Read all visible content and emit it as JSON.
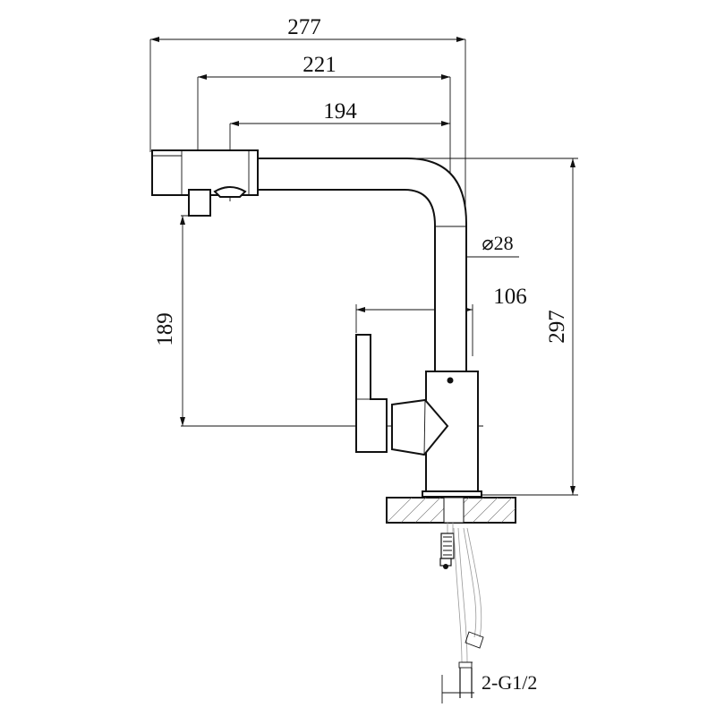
{
  "dimensions": {
    "overall_reach": "277",
    "spout_reach": "221",
    "aerator_reach": "194",
    "spout_diameter": "⌀28",
    "lever_offset": "106",
    "outlet_height": "189",
    "total_height": "297",
    "connection": "2-G1/2"
  },
  "colors": {
    "line": "#111111",
    "hatch": "#777777",
    "hose": "#999999"
  }
}
